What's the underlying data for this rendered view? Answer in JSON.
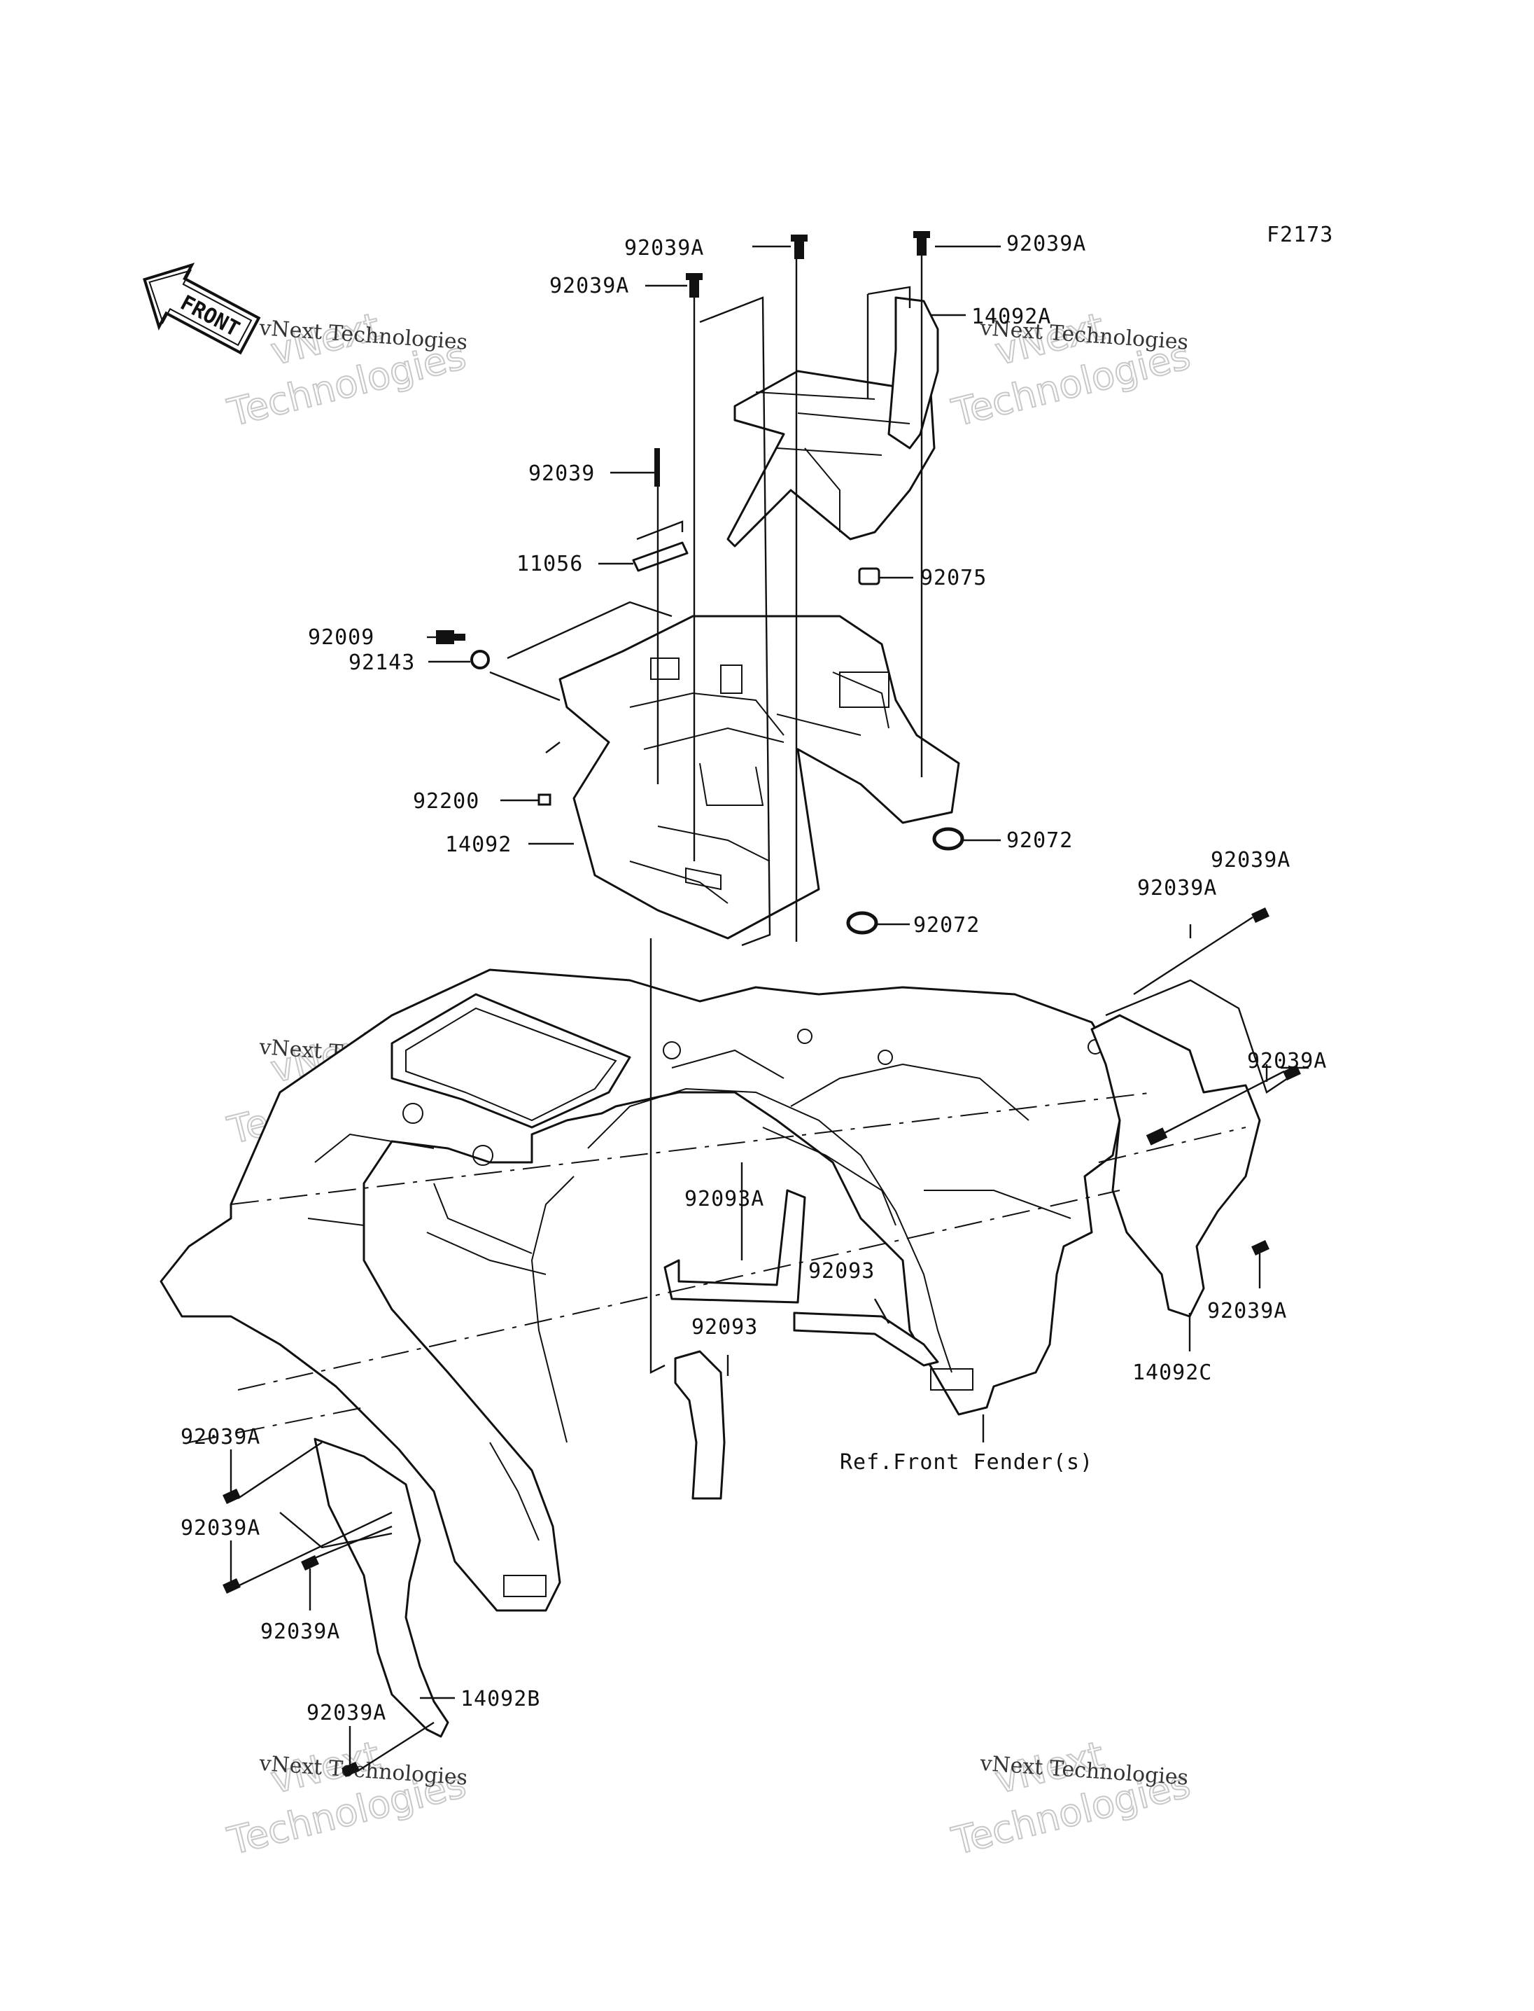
{
  "diagram": {
    "code": "F2173",
    "front_badge": "FRONT",
    "reference_note": "Ref.Front Fender(s)",
    "watermark": {
      "line1": "vNext",
      "line2": "Technologies",
      "small": "vNext Technologies"
    },
    "callouts": [
      {
        "id": "c01",
        "text": "92039A"
      },
      {
        "id": "c02",
        "text": "92039A"
      },
      {
        "id": "c03",
        "text": "92039A"
      },
      {
        "id": "c04",
        "text": "14092A"
      },
      {
        "id": "c05",
        "text": "92039"
      },
      {
        "id": "c06",
        "text": "11056"
      },
      {
        "id": "c07",
        "text": "92075"
      },
      {
        "id": "c08",
        "text": "92009"
      },
      {
        "id": "c09",
        "text": "92143"
      },
      {
        "id": "c10",
        "text": "92200"
      },
      {
        "id": "c11",
        "text": "14092"
      },
      {
        "id": "c12",
        "text": "92072"
      },
      {
        "id": "c13",
        "text": "92072"
      },
      {
        "id": "c14",
        "text": "92039A"
      },
      {
        "id": "c15",
        "text": "92039A"
      },
      {
        "id": "c16",
        "text": "92039A"
      },
      {
        "id": "c17",
        "text": "92093A"
      },
      {
        "id": "c18",
        "text": "92093"
      },
      {
        "id": "c19",
        "text": "92093"
      },
      {
        "id": "c20",
        "text": "92039A"
      },
      {
        "id": "c21",
        "text": "14092C"
      },
      {
        "id": "c22",
        "text": "92039A"
      },
      {
        "id": "c23",
        "text": "92039A"
      },
      {
        "id": "c24",
        "text": "92039A"
      },
      {
        "id": "c25",
        "text": "14092B"
      },
      {
        "id": "c26",
        "text": "92039A"
      }
    ]
  }
}
